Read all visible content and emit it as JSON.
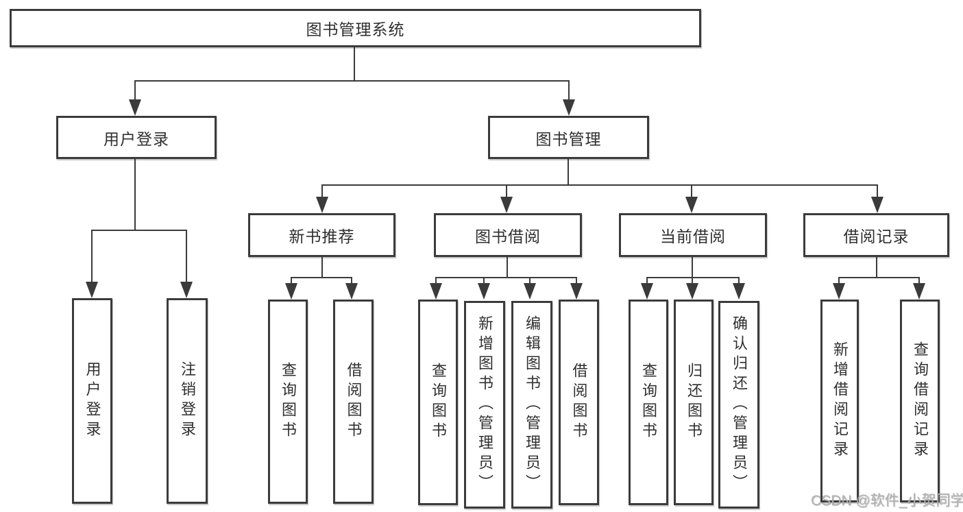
{
  "diagram": {
    "type": "hierarchy-tree",
    "tree": {
      "label": "图书管理系统",
      "children": [
        {
          "label": "用户登录",
          "children": [
            {
              "label": "用户登录"
            },
            {
              "label": "注销登录"
            }
          ]
        },
        {
          "label": "图书管理",
          "children": [
            {
              "label": "新书推荐",
              "children": [
                {
                  "label": "查询图书"
                },
                {
                  "label": "借阅图书"
                }
              ]
            },
            {
              "label": "图书借阅",
              "children": [
                {
                  "label": "查询图书"
                },
                {
                  "label": "新增图书（管理员）"
                },
                {
                  "label": "编辑图书（管理员）"
                },
                {
                  "label": "借阅图书"
                }
              ]
            },
            {
              "label": "当前借阅",
              "children": [
                {
                  "label": "查询图书"
                },
                {
                  "label": "归还图书"
                },
                {
                  "label": "确认归还（管理员）"
                }
              ]
            },
            {
              "label": "借阅记录",
              "children": [
                {
                  "label": "新增借阅记录"
                },
                {
                  "label": "查询借阅记录"
                }
              ]
            }
          ]
        }
      ]
    },
    "colors": {
      "line": "#3b3b3b",
      "text": "#2f2f2f",
      "background": "#ffffff"
    }
  },
  "watermark": {
    "text": "CSDN @软件_小贺同学",
    "color": "#b2b2b2"
  }
}
